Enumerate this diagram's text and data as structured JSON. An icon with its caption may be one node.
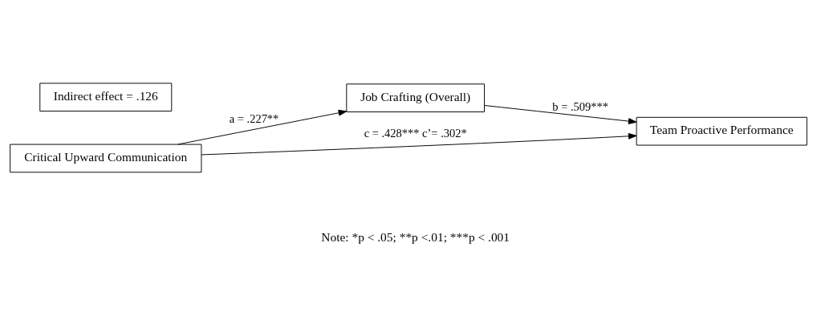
{
  "diagram": {
    "nodes": [
      {
        "text": [
          "Job Crafting (Overall)"
        ]
      },
      {
        "text": [
          "Critical Upward Communication"
        ]
      },
      {
        "text": [
          "Team Proactive Performance"
        ]
      },
      {
        "text": [
          "Indirect effect = .126"
        ]
      }
    ],
    "edges": [
      {
        "from": 1,
        "to": 0,
        "arrow": "to",
        "label": "a = .227**"
      },
      {
        "from": 0,
        "to": 2,
        "arrow": "to",
        "label": "b = .509***"
      },
      {
        "from": 1,
        "to": 2,
        "arrow": "to",
        "label": "c = .428*** c’= .302*"
      }
    ],
    "labels": [
      "Note: *p < .05; **p <.01; ***p < .001"
    ]
  }
}
